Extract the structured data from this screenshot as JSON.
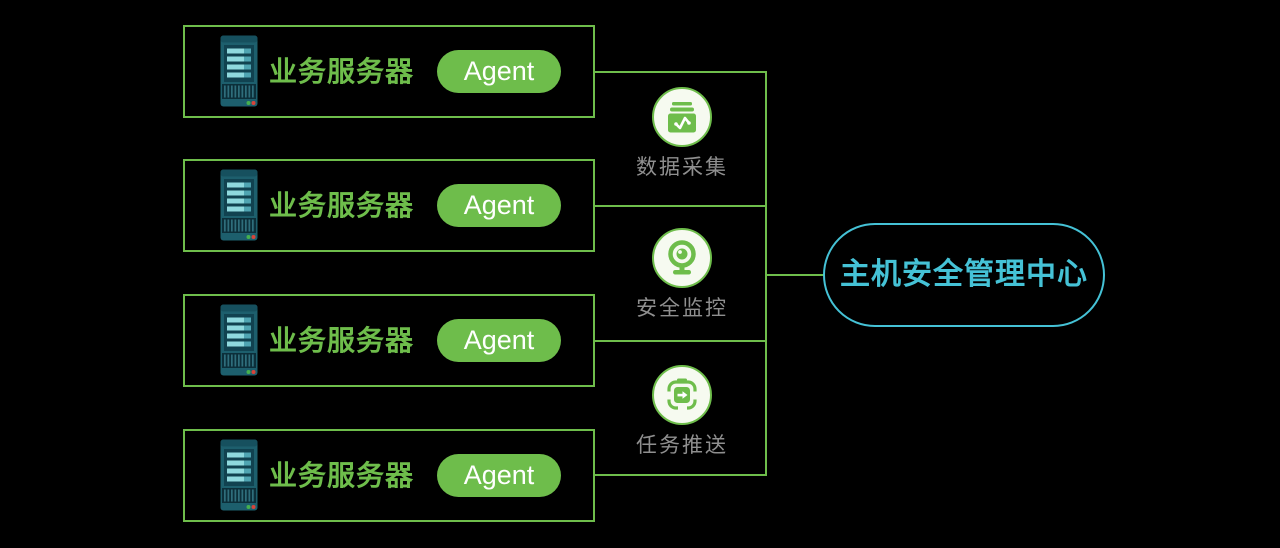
{
  "servers": [
    {
      "label": "业务服务器",
      "agent": "Agent"
    },
    {
      "label": "业务服务器",
      "agent": "Agent"
    },
    {
      "label": "业务服务器",
      "agent": "Agent"
    },
    {
      "label": "业务服务器",
      "agent": "Agent"
    }
  ],
  "functions": [
    {
      "label": "数据采集",
      "icon": "data-collection-icon"
    },
    {
      "label": "安全监控",
      "icon": "security-monitoring-icon"
    },
    {
      "label": "任务推送",
      "icon": "task-push-icon"
    }
  ],
  "center": {
    "label": "主机安全管理中心"
  },
  "colors": {
    "green": "#6ebd4b",
    "cyan": "#45c2d6",
    "label_gray": "#8f8f8f",
    "agent_text": "#ffffff",
    "server_body_teal": "#1d5f6d",
    "server_stripe_light": "#8fd9de",
    "led_green": "#46b14d",
    "led_red": "#d8443a",
    "background": "#000000"
  }
}
